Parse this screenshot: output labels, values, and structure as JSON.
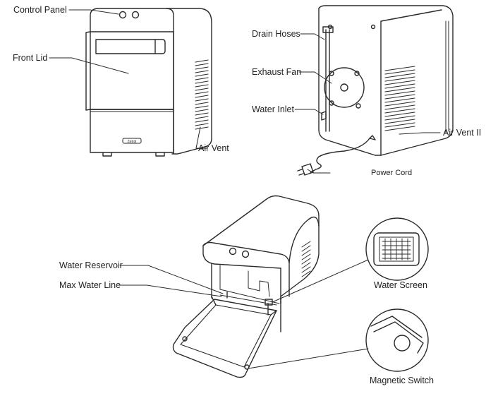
{
  "labels": {
    "control_panel": "Control Panel",
    "front_lid": "Front Lid",
    "air_vent": "Air Vent",
    "drain_hoses": "Drain Hoses",
    "exhaust_fan": "Exhaust Fan",
    "water_inlet": "Water Inlet",
    "air_vent_2": "Air Vent II",
    "power_cord": "Power Cord",
    "water_reservoir": "Water Reservoir",
    "max_water_line": "Max Water Line",
    "water_screen": "Water Screen",
    "magnetic_switch": "Magnetic Switch",
    "brand_badge": "Zetrol"
  },
  "colors": {
    "line": "#2a2a2a",
    "text": "#222222",
    "background": "#ffffff"
  }
}
